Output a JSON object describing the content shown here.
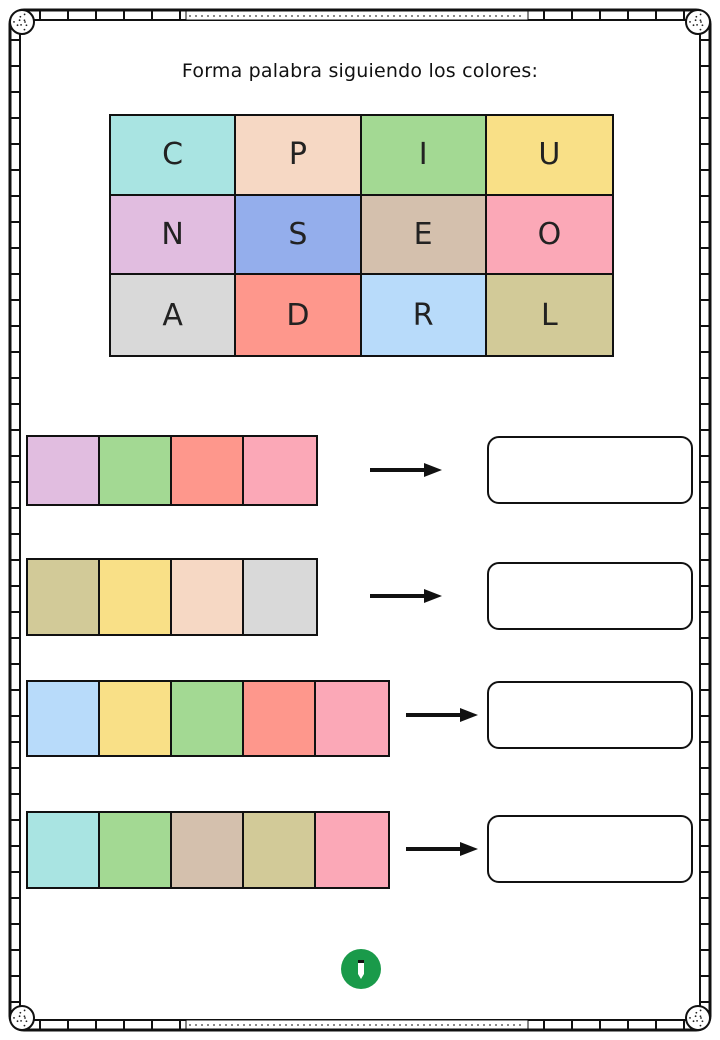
{
  "title": "Forma palabra siguiendo los colores:",
  "colors": {
    "teal": "#a9e4e2",
    "peach": "#f6d8c4",
    "green": "#a3d993",
    "yellow": "#f9e087",
    "lilac": "#e1bde0",
    "blue": "#94aeec",
    "tan": "#d4c0ad",
    "pink": "#fba8b7",
    "gray": "#d9d9d9",
    "coral": "#fe978c",
    "sky": "#b8dbfa",
    "olive": "#d2ca98"
  },
  "grid": [
    [
      {
        "letter": "C",
        "color": "teal"
      },
      {
        "letter": "P",
        "color": "peach"
      },
      {
        "letter": "I",
        "color": "green"
      },
      {
        "letter": "U",
        "color": "yellow"
      }
    ],
    [
      {
        "letter": "N",
        "color": "lilac"
      },
      {
        "letter": "S",
        "color": "blue"
      },
      {
        "letter": "E",
        "color": "tan"
      },
      {
        "letter": "O",
        "color": "pink"
      }
    ],
    [
      {
        "letter": "A",
        "color": "gray"
      },
      {
        "letter": "D",
        "color": "coral"
      },
      {
        "letter": "R",
        "color": "sky"
      },
      {
        "letter": "L",
        "color": "olive"
      }
    ]
  ],
  "exercises": [
    {
      "colors": [
        "lilac",
        "green",
        "coral",
        "pink"
      ],
      "answer": ""
    },
    {
      "colors": [
        "olive",
        "yellow",
        "peach",
        "gray"
      ],
      "answer": ""
    },
    {
      "colors": [
        "sky",
        "yellow",
        "green",
        "coral",
        "pink"
      ],
      "answer": ""
    },
    {
      "colors": [
        "teal",
        "green",
        "tan",
        "olive",
        "pink"
      ],
      "answer": ""
    }
  ],
  "logo_icon": "pencil-logo-icon"
}
